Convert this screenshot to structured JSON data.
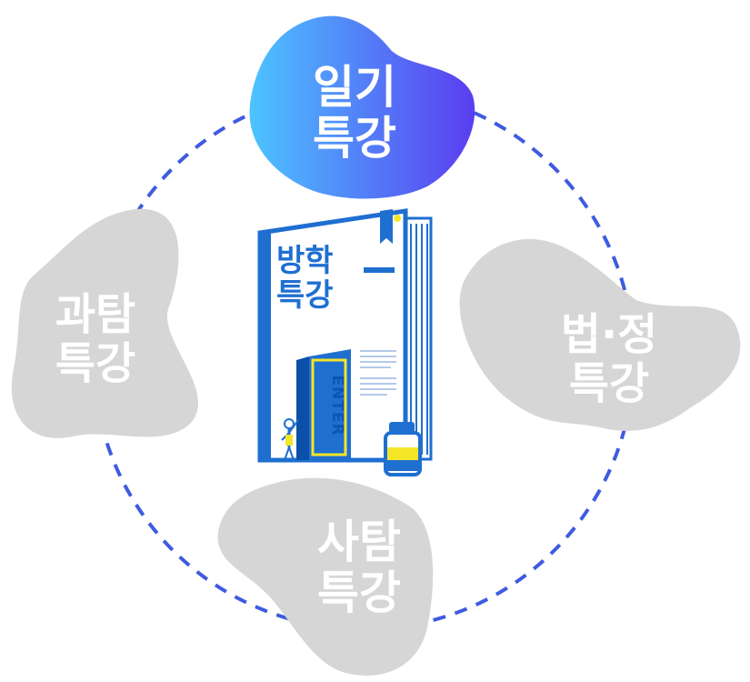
{
  "menu": {
    "top": {
      "label": "일기\n특강",
      "gradient_start": "#4cc4ff",
      "gradient_end": "#5a3df0"
    },
    "left": {
      "label": "과탐\n특강",
      "color": "#d6d6d6"
    },
    "right": {
      "label": "법·정\n특강",
      "color": "#d6d6d6"
    },
    "bottom": {
      "label": "사탐\n특강",
      "color": "#d6d6d6"
    }
  },
  "center": {
    "book_title": "방학\n특강",
    "enter_label": "ENTER",
    "accent_blue": "#1f6fd1",
    "accent_yellow": "#f4e527"
  },
  "ring": {
    "color": "#3f5be0"
  }
}
